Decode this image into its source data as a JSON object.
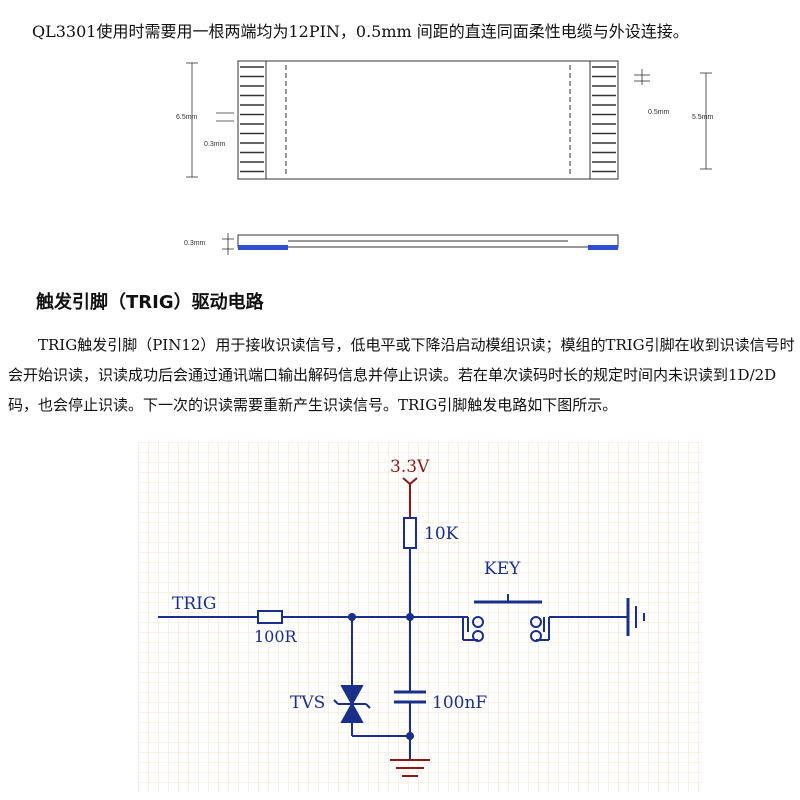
{
  "intro": {
    "line": "QL3301使用时需要用一根两端均为12PIN，0.5mm 间距的直连同面柔性电缆与外设连接。"
  },
  "fpc_drawing": {
    "dim_left_height": "6.5mm",
    "dim_left_pin": "0.3mm",
    "dim_right_pitch": "0.5mm",
    "dim_right_height": "5.5mm",
    "dim_side_thickness": "0.3mm"
  },
  "section": {
    "heading": "触发引脚（TRIG）驱动电路",
    "paragraph": "TRIG触发引脚（PIN12）用于接收识读信号，低电平或下降沿启动模组识读；模组的TRIG引脚在收到识读信号时会开始识读，识读成功后会通过通讯端口输出解码信息并停止识读。若在单次读码时长的规定时间内未识读到1D/2D码，也会停止识读。下一次的识读需要重新产生识读信号。TRIG引脚触发电路如下图所示。"
  },
  "schematic": {
    "supply": "3.3V",
    "pullup": "10K",
    "switch": "KEY",
    "net": "TRIG",
    "series_resistor": "100R",
    "tvs": "TVS",
    "capacitor": "100nF",
    "colors": {
      "wire": "#1a2f8a",
      "power": "#8a1a1a",
      "grid": "#f1dcc0"
    }
  }
}
